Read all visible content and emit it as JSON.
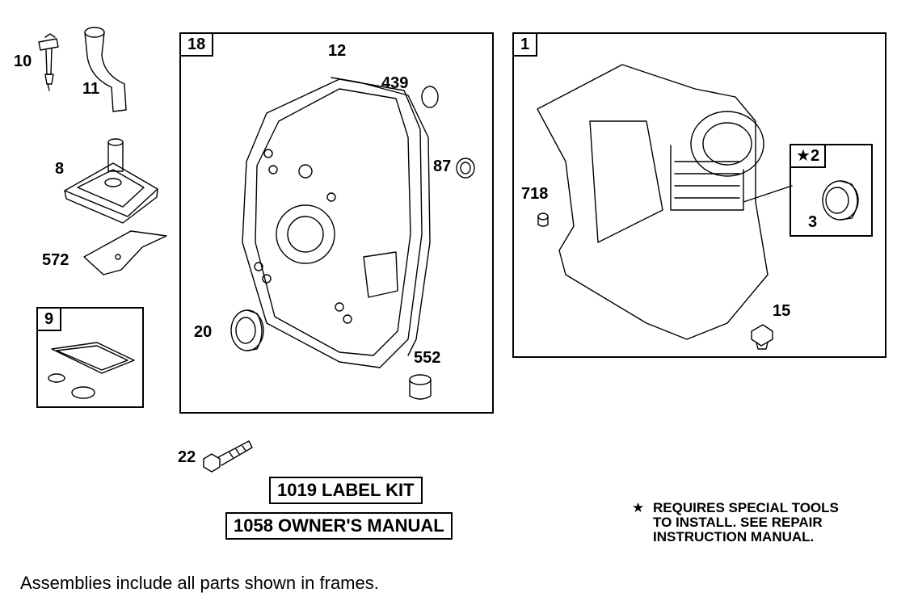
{
  "frames": {
    "frame_18": "18",
    "frame_1": "1",
    "frame_9": "9",
    "frame_2": "2"
  },
  "parts": {
    "p10": "10",
    "p11": "11",
    "p8": "8",
    "p572": "572",
    "p12": "12",
    "p439": "439",
    "p87": "87",
    "p20": "20",
    "p552": "552",
    "p718": "718",
    "p3": "3",
    "p15": "15",
    "p22": "22"
  },
  "kits": {
    "label_kit": "1019 LABEL KIT",
    "owners_manual": "1058 OWNER'S MANUAL"
  },
  "note": {
    "star": "★",
    "line1": "REQUIRES SPECIAL TOOLS",
    "line2": "TO INSTALL.  SEE REPAIR",
    "line3": "INSTRUCTION MANUAL."
  },
  "footer": "Assemblies include all parts shown in frames."
}
